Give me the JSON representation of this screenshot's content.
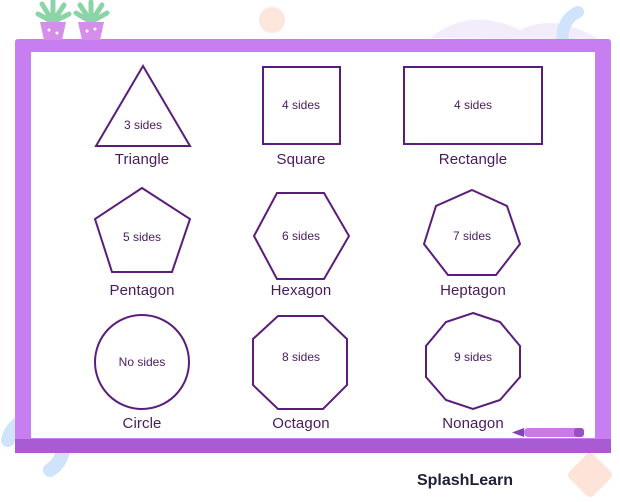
{
  "brand": {
    "name": "SplashLearn"
  },
  "colors": {
    "frame": "#c77ef0",
    "frame_edge": "#a95bd3",
    "shape_stroke": "#5a1d7a",
    "text": "#4a1a5e",
    "plant": "#8bd4a6",
    "pot": "#d58ee9",
    "deco_blue": "#cfe4fb",
    "deco_peach": "#fde3d8"
  },
  "shapes": [
    {
      "name": "Triangle",
      "sides": "3 sides",
      "icon": "triangle-icon"
    },
    {
      "name": "Square",
      "sides": "4 sides",
      "icon": "square-icon"
    },
    {
      "name": "Rectangle",
      "sides": "4 sides",
      "icon": "rectangle-icon"
    },
    {
      "name": "Pentagon",
      "sides": "5 sides",
      "icon": "pentagon-icon"
    },
    {
      "name": "Hexagon",
      "sides": "6 sides",
      "icon": "hexagon-icon"
    },
    {
      "name": "Heptagon",
      "sides": "7 sides",
      "icon": "heptagon-icon"
    },
    {
      "name": "Circle",
      "sides": "No sides",
      "icon": "circle-icon"
    },
    {
      "name": "Octagon",
      "sides": "8 sides",
      "icon": "octagon-icon"
    },
    {
      "name": "Nonagon",
      "sides": "9 sides",
      "icon": "nonagon-icon"
    }
  ]
}
